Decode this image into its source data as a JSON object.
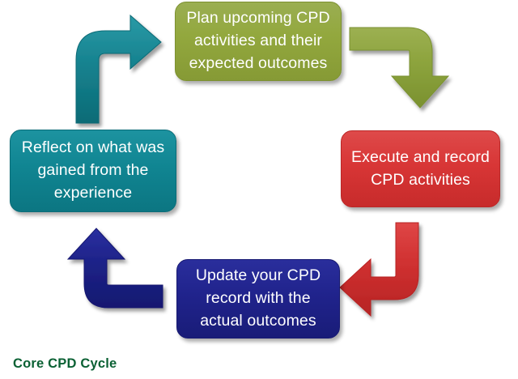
{
  "diagram": {
    "title": "Core CPD Cycle",
    "type": "cycle",
    "background_color": "#ffffff",
    "nodes": [
      {
        "id": "plan",
        "label": "Plan upcoming CPD activities and their expected outcomes",
        "lines": [
          "Plan upcoming CPD",
          "activities and their",
          "expected outcomes"
        ],
        "color": "#93a83e",
        "position": "top"
      },
      {
        "id": "execute",
        "label": "Execute and record CPD activities",
        "lines": [
          "Execute and record",
          "CPD activities"
        ],
        "color": "#d83636",
        "position": "right"
      },
      {
        "id": "update",
        "label": "Update your CPD record with the actual outcomes",
        "lines": [
          "Update your CPD",
          "record with the",
          "actual outcomes"
        ],
        "color": "#20238c",
        "position": "bottom"
      },
      {
        "id": "reflect",
        "label": "Reflect on what was gained from the experience",
        "lines": [
          "Reflect on what was",
          "gained from the",
          "experience"
        ],
        "color": "#108592",
        "position": "left"
      }
    ],
    "arrows": [
      {
        "id": "plan-to-execute",
        "from": "plan",
        "to": "execute",
        "color": "#8ca33c",
        "direction": "right-then-down"
      },
      {
        "id": "execute-to-update",
        "from": "execute",
        "to": "update",
        "color": "#cc2f2f",
        "direction": "down-then-left"
      },
      {
        "id": "update-to-reflect",
        "from": "update",
        "to": "reflect",
        "color": "#1d2287",
        "direction": "left-then-up"
      },
      {
        "id": "reflect-to-plan",
        "from": "reflect",
        "to": "plan",
        "color": "#17808c",
        "direction": "up-then-right"
      }
    ]
  },
  "caption": {
    "text": "Core CPD Cycle",
    "color": "#0b6134"
  }
}
